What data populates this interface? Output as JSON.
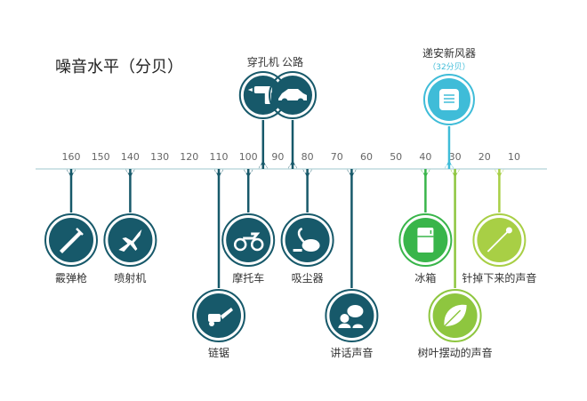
{
  "title": "噪音水平（分贝）",
  "colors": {
    "teal": "#17596a",
    "highlight": "#3fbcd8",
    "green": "#39b54a",
    "lightgreen": "#8ec63f",
    "yellowgreen": "#a8cf45",
    "axis": "#cfe3e6"
  },
  "ticks": [
    {
      "label": "160",
      "value": 160,
      "color": "teal"
    },
    {
      "label": "150",
      "value": 150,
      "color": "teal"
    },
    {
      "label": "140",
      "value": 140,
      "color": "teal"
    },
    {
      "label": "130",
      "value": 130,
      "color": "teal"
    },
    {
      "label": "120",
      "value": 120,
      "color": "teal"
    },
    {
      "label": "110",
      "value": 110,
      "color": "teal"
    },
    {
      "label": "100",
      "value": 100,
      "color": "teal"
    },
    {
      "label": "90",
      "value": 90,
      "color": "teal"
    },
    {
      "label": "80",
      "value": 80,
      "color": "teal"
    },
    {
      "label": "70",
      "value": 70,
      "color": "teal"
    },
    {
      "label": "60",
      "value": 60,
      "color": "teal"
    },
    {
      "label": "50",
      "value": 50,
      "color": "teal"
    },
    {
      "label": "40",
      "value": 40,
      "color": "green"
    },
    {
      "label": "30",
      "value": 30,
      "color": "lightgreen"
    },
    {
      "label": "20",
      "value": 20,
      "color": "yellowgreen"
    },
    {
      "label": "10",
      "value": 10,
      "color": "yellowgreen"
    }
  ],
  "items": [
    {
      "id": "shotgun",
      "label": "霰弹枪",
      "value": 160,
      "side": "below",
      "level": 1,
      "icon": "shotgun-icon",
      "color": "teal"
    },
    {
      "id": "jet",
      "label": "喷射机",
      "value": 140,
      "side": "below",
      "level": 1,
      "icon": "jet-icon",
      "color": "teal"
    },
    {
      "id": "chainsaw",
      "label": "链锯",
      "value": 110,
      "side": "below",
      "level": 2,
      "icon": "chainsaw-icon",
      "color": "teal"
    },
    {
      "id": "motorcycle",
      "label": "摩托车",
      "value": 100,
      "side": "below",
      "level": 1,
      "icon": "motorcycle-icon",
      "color": "teal"
    },
    {
      "id": "drill",
      "label": "穿孔机",
      "value": 95,
      "side": "above",
      "level": 1,
      "icon": "drill-icon",
      "color": "teal"
    },
    {
      "id": "road",
      "label": "公路",
      "value": 85,
      "side": "above",
      "level": 1,
      "icon": "car-icon",
      "color": "teal"
    },
    {
      "id": "vacuum",
      "label": "吸尘器",
      "value": 80,
      "side": "below",
      "level": 1,
      "icon": "vacuum-icon",
      "color": "teal"
    },
    {
      "id": "talking",
      "label": "讲话声音",
      "value": 65,
      "side": "below",
      "level": 2,
      "icon": "speech-icon",
      "color": "teal"
    },
    {
      "id": "fridge",
      "label": "冰箱",
      "value": 40,
      "side": "below",
      "level": 1,
      "icon": "fridge-icon",
      "color": "green"
    },
    {
      "id": "leaves",
      "label": "树叶摆动的声音",
      "value": 30,
      "side": "below",
      "level": 2,
      "icon": "leaf-icon",
      "color": "lightgreen"
    },
    {
      "id": "pin",
      "label": "针掉下来的声音",
      "value": 15,
      "side": "below",
      "level": 1,
      "icon": "pin-icon",
      "color": "yellowgreen"
    },
    {
      "id": "purifier",
      "label": "递安新风器",
      "sublabel": "（32分贝）",
      "value": 32,
      "side": "above",
      "level": 1,
      "icon": "purifier-icon",
      "color": "highlight"
    }
  ]
}
